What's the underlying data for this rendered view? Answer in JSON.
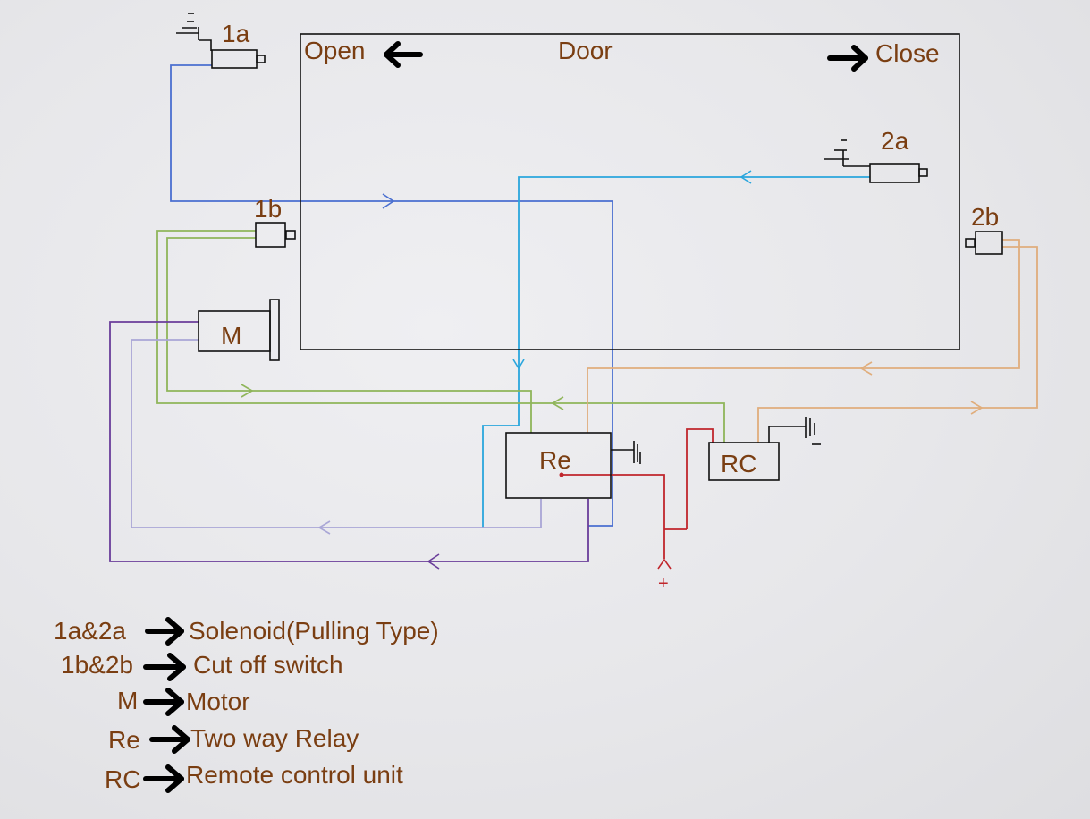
{
  "door": {
    "title": "Door",
    "open_label": "Open",
    "close_label": "Close"
  },
  "components": {
    "solenoid_1": "1a",
    "solenoid_2": "2a",
    "switch_1": "1b",
    "switch_2": "2b",
    "motor": "M",
    "relay": "Re",
    "remote": "RC",
    "plus_sign": "+",
    "minus_sign": "−"
  },
  "legend": [
    {
      "key": "1a&2a",
      "desc": "Solenoid(Pulling Type)"
    },
    {
      "key": "1b&2b",
      "desc": "Cut off switch"
    },
    {
      "key": "M",
      "desc": "Motor"
    },
    {
      "key": "Re",
      "desc": "Two way Relay"
    },
    {
      "key": "RC",
      "desc": "Remote control unit"
    }
  ],
  "colors": {
    "label_brown": "#7a3e12",
    "wire_blue": "#4a6fd0",
    "wire_cyan": "#2aa6dd",
    "wire_green": "#8fb55a",
    "wire_purple": "#6a3d9a",
    "wire_lavender": "#a9a6d6",
    "wire_orange": "#e0ad7c",
    "wire_red": "#c0262c"
  }
}
